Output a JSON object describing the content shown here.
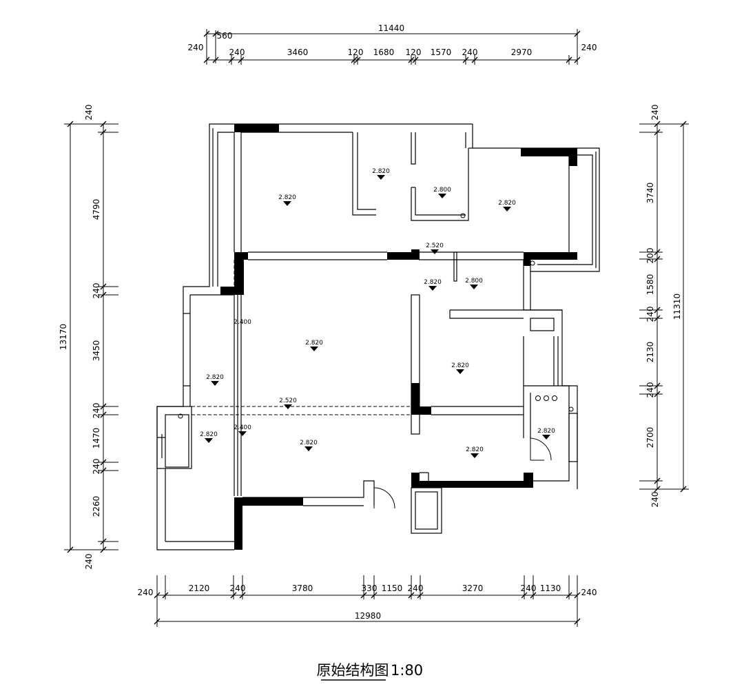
{
  "title": {
    "text": "原始结构图",
    "scale": "1:80"
  },
  "dims": {
    "top_total": "11440",
    "top_left_offset": "560",
    "top_outer_left": "240",
    "top_outer_right": "240",
    "top_segments": [
      "240",
      "3460",
      "120",
      "1680",
      "120",
      "1570",
      "240",
      "2970"
    ],
    "bottom_total": "12980",
    "bottom_outer_left": "240",
    "bottom_outer_right": "240",
    "bottom_segments": [
      "2120",
      "240",
      "3780",
      "330",
      "1150",
      "240",
      "3270",
      "240",
      "1130"
    ],
    "left_total": "13170",
    "left_top_outer": "240",
    "left_bottom_outer": "240",
    "left_segments": [
      "4790",
      "240",
      "3450",
      "240",
      "1470",
      "240",
      "2260"
    ],
    "right_total": "11310",
    "right_top_outer": "240",
    "right_bottom_outer": "240",
    "right_segments": [
      "3740",
      "200",
      "1580",
      "240",
      "2130",
      "240",
      "2700"
    ]
  },
  "ceiling_heights": [
    "2.820",
    "2.820",
    "2.800",
    "2.820",
    "2.520",
    "2.820",
    "2.800",
    "2.400",
    "2.820",
    "2.820",
    "2.820",
    "2.520",
    "2.820",
    "2.400",
    "2.820",
    "2.820",
    "2.820"
  ]
}
